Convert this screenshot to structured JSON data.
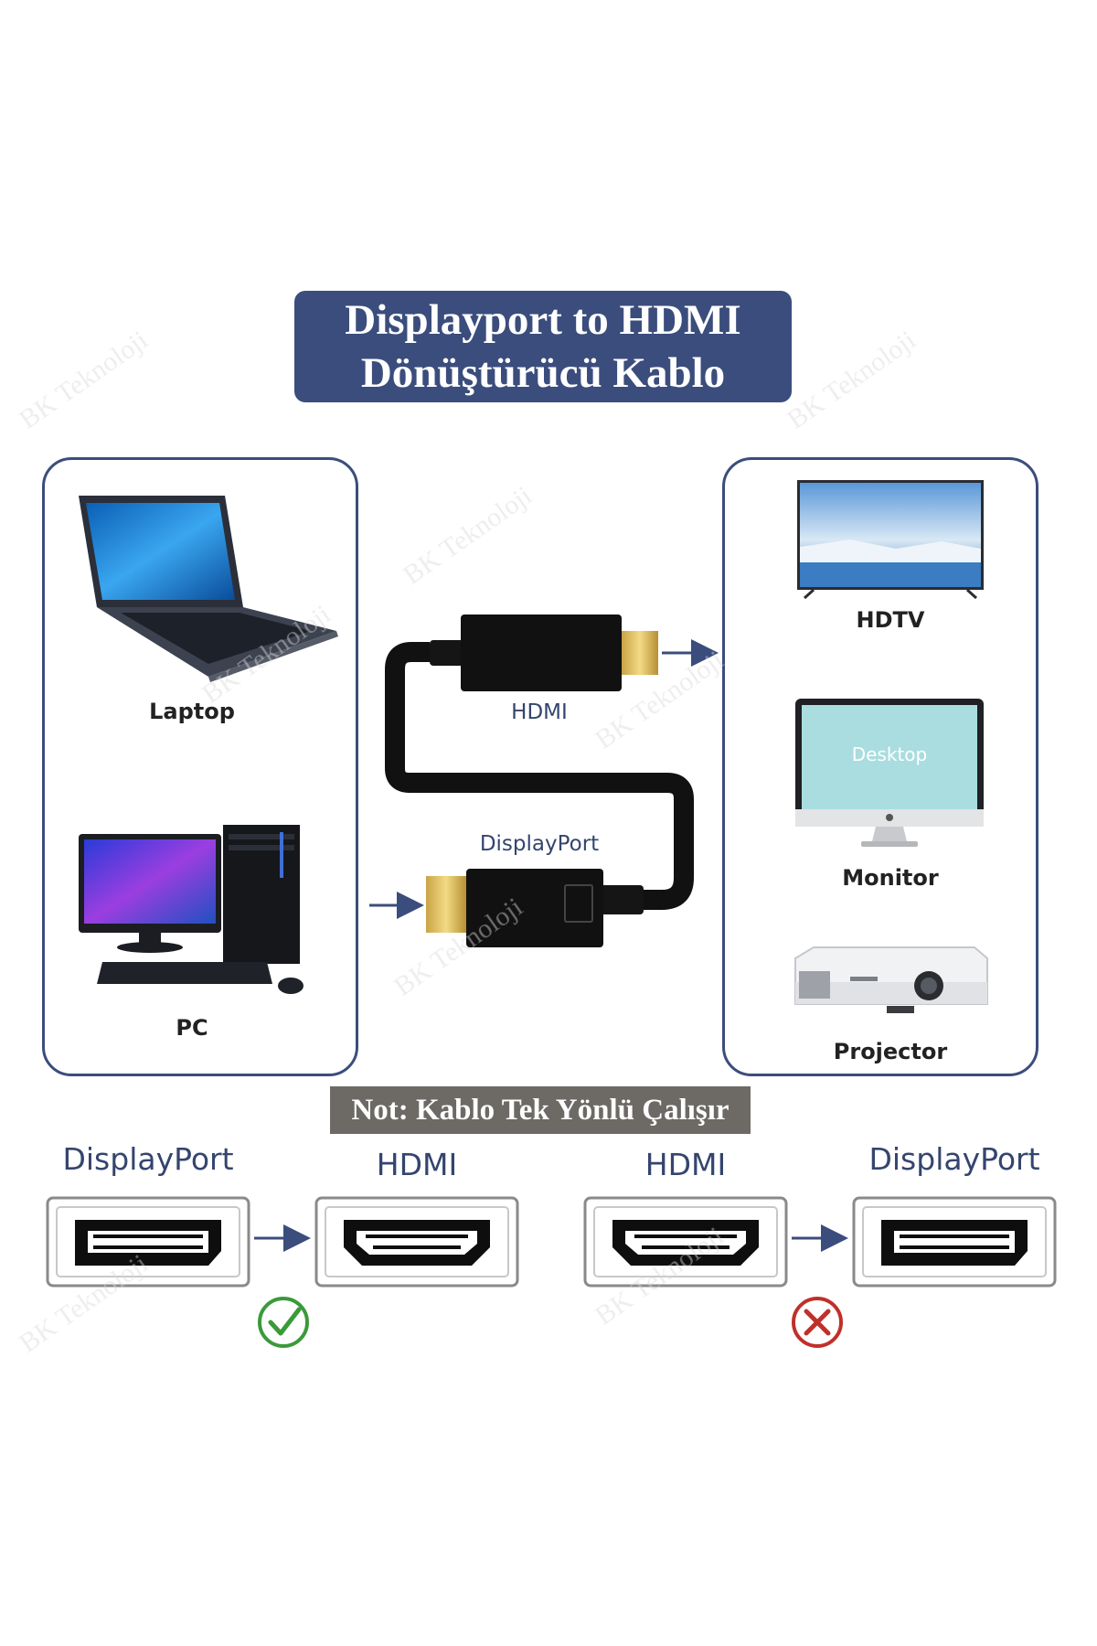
{
  "title": {
    "line1": "Displayport to HDMI",
    "line2": "Dönüştürücü Kablo"
  },
  "sources": {
    "laptop_label": "Laptop",
    "pc_label": "PC"
  },
  "cable": {
    "hdmi_label": "HDMI",
    "displayport_label": "DisplayPort"
  },
  "outputs": {
    "hdtv_label": "HDTV",
    "monitor_label": "Monitor",
    "projector_label": "Projector",
    "monitor_screen_text": "Desktop"
  },
  "note": {
    "text": "Not: Kablo Tek Yönlü Çalışır"
  },
  "direction": {
    "left": {
      "from": "DisplayPort",
      "to": "HDMI",
      "status": "supported"
    },
    "right": {
      "from": "HDMI",
      "to": "DisplayPort",
      "status": "not-supported"
    }
  },
  "watermark": "BK Teknoloji",
  "colors": {
    "navy": "#3b4d7c",
    "note_bg": "#6d6a66",
    "check": "#3a9a3a",
    "cross": "#c0302b"
  }
}
